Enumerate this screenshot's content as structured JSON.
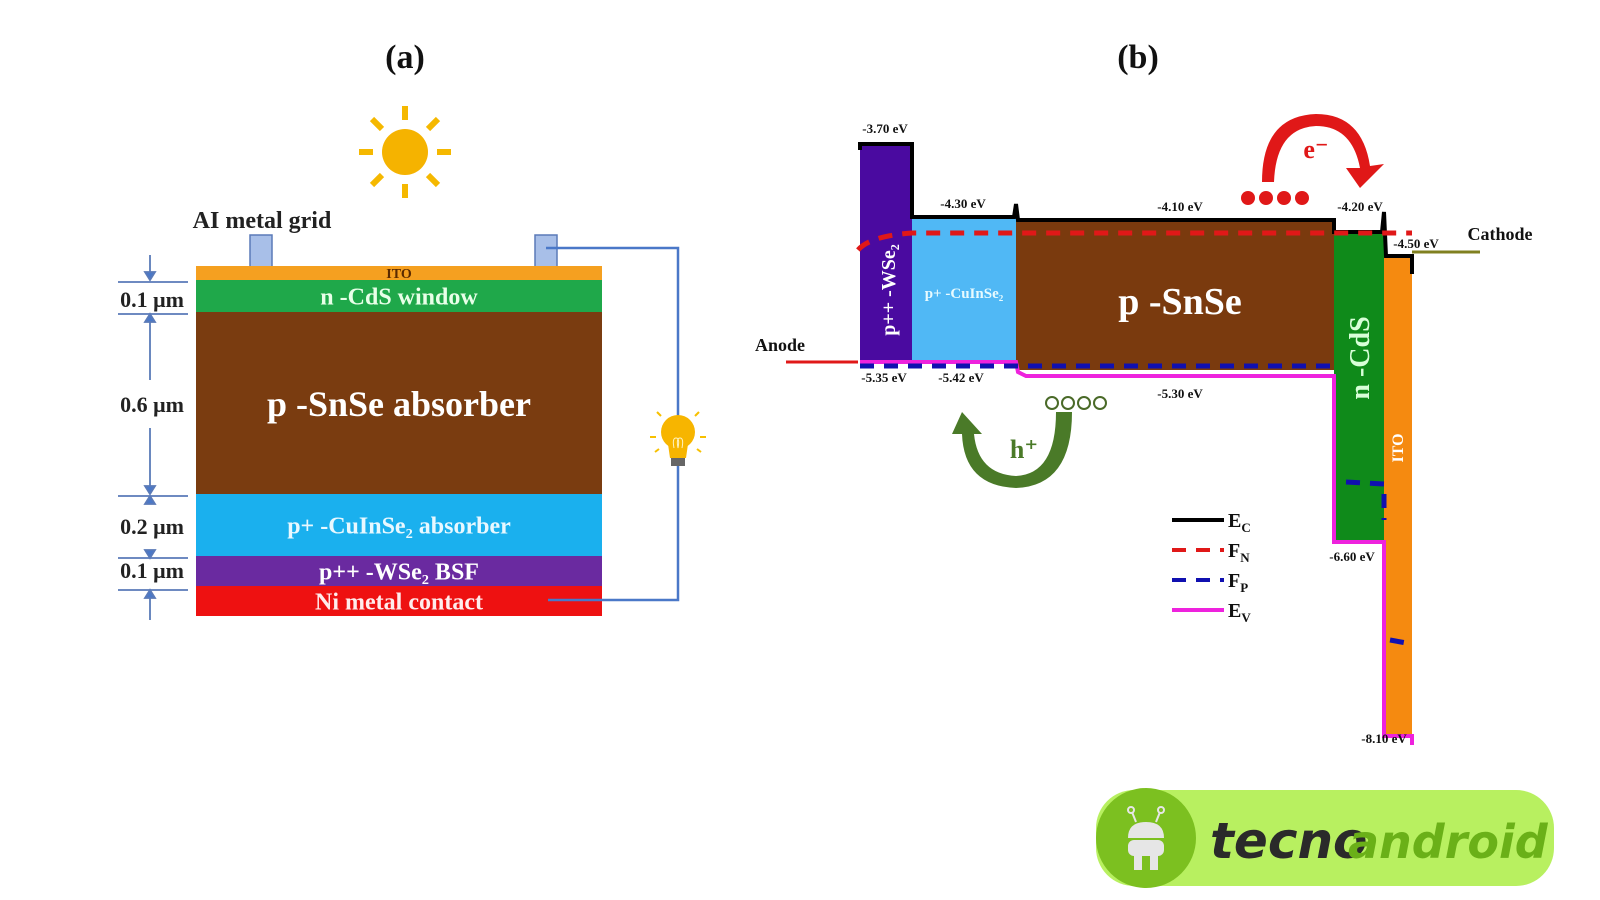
{
  "panel_a": {
    "label": "(a)",
    "grid_label": "AI metal grid",
    "layers": [
      {
        "name": "ITO",
        "color": "#f5a020",
        "text_color": "#5a2a00"
      },
      {
        "name": "n -CdS window",
        "color": "#1fa84a",
        "text_color": "#e8ffe8"
      },
      {
        "name": "p -SnSe absorber",
        "color": "#7a3c10",
        "text_color": "#ffffff"
      },
      {
        "name": "p+ -CuInSe₂ absorber",
        "color": "#1ab0ee",
        "text_color": "#e8f8ff"
      },
      {
        "name": "p++ -WSe₂ BSF",
        "color": "#6a2aa0",
        "text_color": "#ffffff"
      },
      {
        "name": "Ni metal contact",
        "color": "#ee1111",
        "text_color": "#ffecec"
      }
    ],
    "thickness_labels": [
      "0.1 μm",
      "0.6 μm",
      "0.2 μm",
      "0.1 μm"
    ],
    "icons": [
      "sun-icon",
      "light-bulb-icon"
    ],
    "circuit_color": "#4a78c8"
  },
  "panel_b": {
    "label": "(b)",
    "anode_label": "Anode",
    "cathode_label": "Cathode",
    "regions": [
      {
        "name": "p++ -WSe₂",
        "color": "#4a0aa0"
      },
      {
        "name": "p+ -CuInSe₂",
        "color": "#50b8f5"
      },
      {
        "name": "p -SnSe",
        "color": "#7a3a0e"
      },
      {
        "name": "n -CdS",
        "color": "#0f8a1a"
      },
      {
        "name": "ITO",
        "color": "#f58a10"
      }
    ],
    "energy_labels": {
      "wse2_ec": "-3.70 eV",
      "cuinse2_ec": "-4.30 eV",
      "snse_ec": "-4.10 eV",
      "cds_ec": "-4.20 eV",
      "ito_ec": "-4.50 eV",
      "wse2_ev": "-5.35 eV",
      "cuinse2_ev": "-5.42 eV",
      "snse_ev": "-5.30 eV",
      "cds_ev": "-6.60 eV",
      "ito_ev": "-8.10 eV"
    },
    "electron_label": "e⁻",
    "hole_label": "h⁺",
    "legend": [
      {
        "symbol": "E",
        "sub": "C",
        "style": "solid",
        "color": "#000000"
      },
      {
        "symbol": "F",
        "sub": "N",
        "style": "dashed",
        "color": "#e01818"
      },
      {
        "symbol": "F",
        "sub": "P",
        "style": "dashed",
        "color": "#1010b0"
      },
      {
        "symbol": "E",
        "sub": "V",
        "style": "solid",
        "color": "#ee22dd"
      }
    ]
  },
  "watermark": {
    "text_dark": "tecno",
    "text_green": "android",
    "bg_color": "#b8f060",
    "accent_color": "#7cc020"
  }
}
